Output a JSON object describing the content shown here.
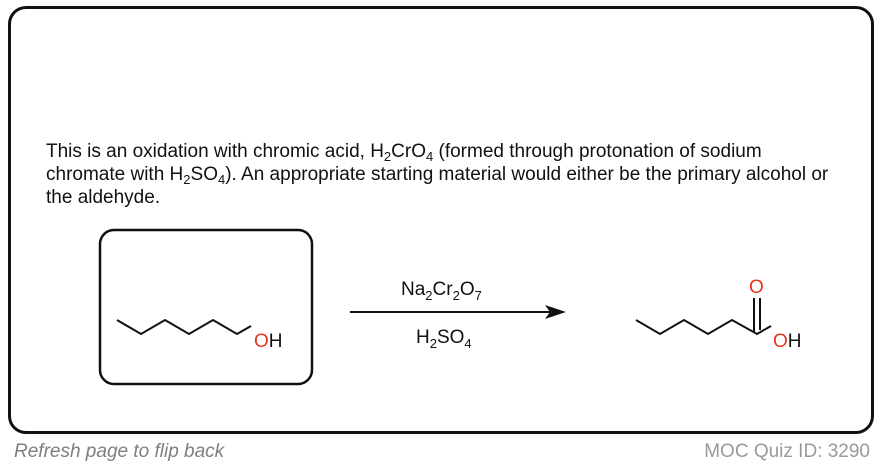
{
  "explanation": {
    "p1": "This is an oxidation with chromic acid, H",
    "s1": "2",
    "p2": "CrO",
    "s2": "4",
    "p3": " (formed through protonation of sodium chromate with H",
    "s3": "2",
    "p4": "SO",
    "s4": "4",
    "p5": "). An appropriate starting material would either be the primary alcohol or the aldehyde."
  },
  "starting_material": {
    "label": "OH"
  },
  "reagents": {
    "top": {
      "a": "Na",
      "a_sub": "2",
      "b": "Cr",
      "b_sub": "2",
      "c": "O",
      "c_sub": "7"
    },
    "bottom": {
      "a": "H",
      "a_sub": "2",
      "b": "SO",
      "b_sub": "4"
    }
  },
  "product": {
    "oxygen": "O",
    "hydroxyl": "OH"
  },
  "footer": {
    "left": "Refresh page to flip back",
    "right": "MOC Quiz ID: 3290"
  },
  "colors": {
    "heteroatom": "#e8361e",
    "ink": "#111111",
    "footer": "#8a8a8a"
  }
}
